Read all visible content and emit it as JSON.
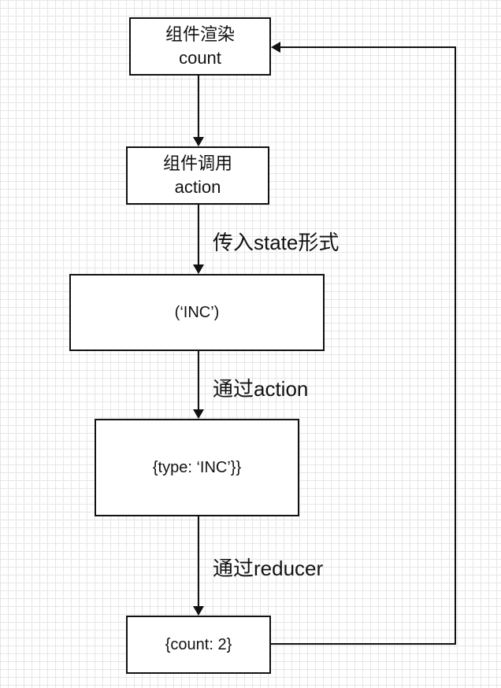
{
  "nodes": {
    "count_render": {
      "line1": "组件渲染",
      "line2": "count"
    },
    "call_action": {
      "line1": "组件调用",
      "line2": "action"
    },
    "inc": {
      "text": "(‘INC’)"
    },
    "type_inc": {
      "text": "{type: ‘INC’}}"
    },
    "count_two": {
      "text": "{count: 2}"
    }
  },
  "edge_labels": {
    "state_form": "传入state形式",
    "via_action": "通过action",
    "via_reducer": "通过reducer"
  }
}
